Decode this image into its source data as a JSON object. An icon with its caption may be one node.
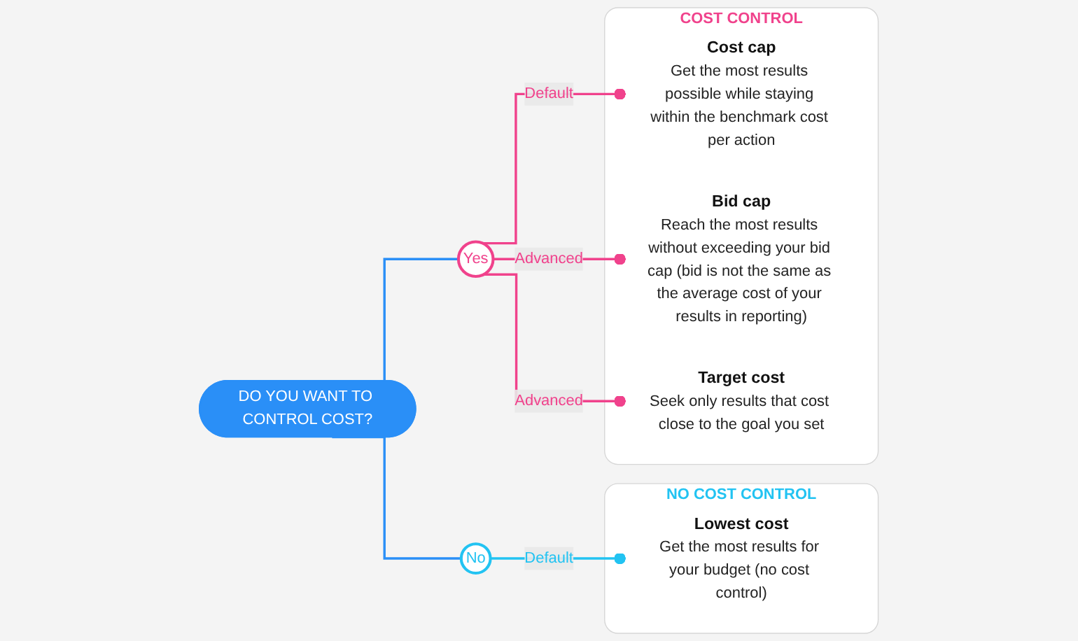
{
  "diagram": {
    "nodes": [
      {
        "text": [
          "DO YOU WANT TO CONTROL COST?"
        ]
      },
      {
        "text": [
          "No"
        ]
      },
      {
        "text": [
          "Yes"
        ]
      },
      {
        "text": [
          "NO COST CONTROL"
        ]
      },
      {
        "text": [
          "Lowest cost",
          "Get the most results for your budget (no cost control)"
        ],
        "in": 3
      },
      {
        "text": [
          "COST CONTROL"
        ]
      },
      {
        "text": [
          "Cost cap",
          "Get the most results possible while staying within the benchmark cost per action"
        ],
        "in": 5
      },
      {
        "text": [
          "Bid cap",
          "Reach the most results without exceeding your bid cap (bid is not the same as the average cost of your results in reporting)"
        ],
        "in": 5
      },
      {
        "text": [
          "Target cost",
          "Seek only results that cost close to the goal you set"
        ],
        "in": 5
      }
    ],
    "edges": [
      {
        "from": 0,
        "to": 1,
        "arrow": "none",
        "color": "#2a8ff7"
      },
      {
        "from": 0,
        "to": 2,
        "arrow": "none",
        "color": "#2a8ff7"
      },
      {
        "from": 1,
        "to": 4,
        "arrow": "other",
        "label": "Default",
        "color": "#22c3f2"
      },
      {
        "from": 2,
        "to": 6,
        "arrow": "other",
        "label": "Default"
      },
      {
        "from": 2,
        "to": 7,
        "arrow": "other",
        "label": "Advanced"
      },
      {
        "from": 2,
        "to": 8,
        "arrow": "other",
        "label": "Advanced"
      }
    ]
  }
}
